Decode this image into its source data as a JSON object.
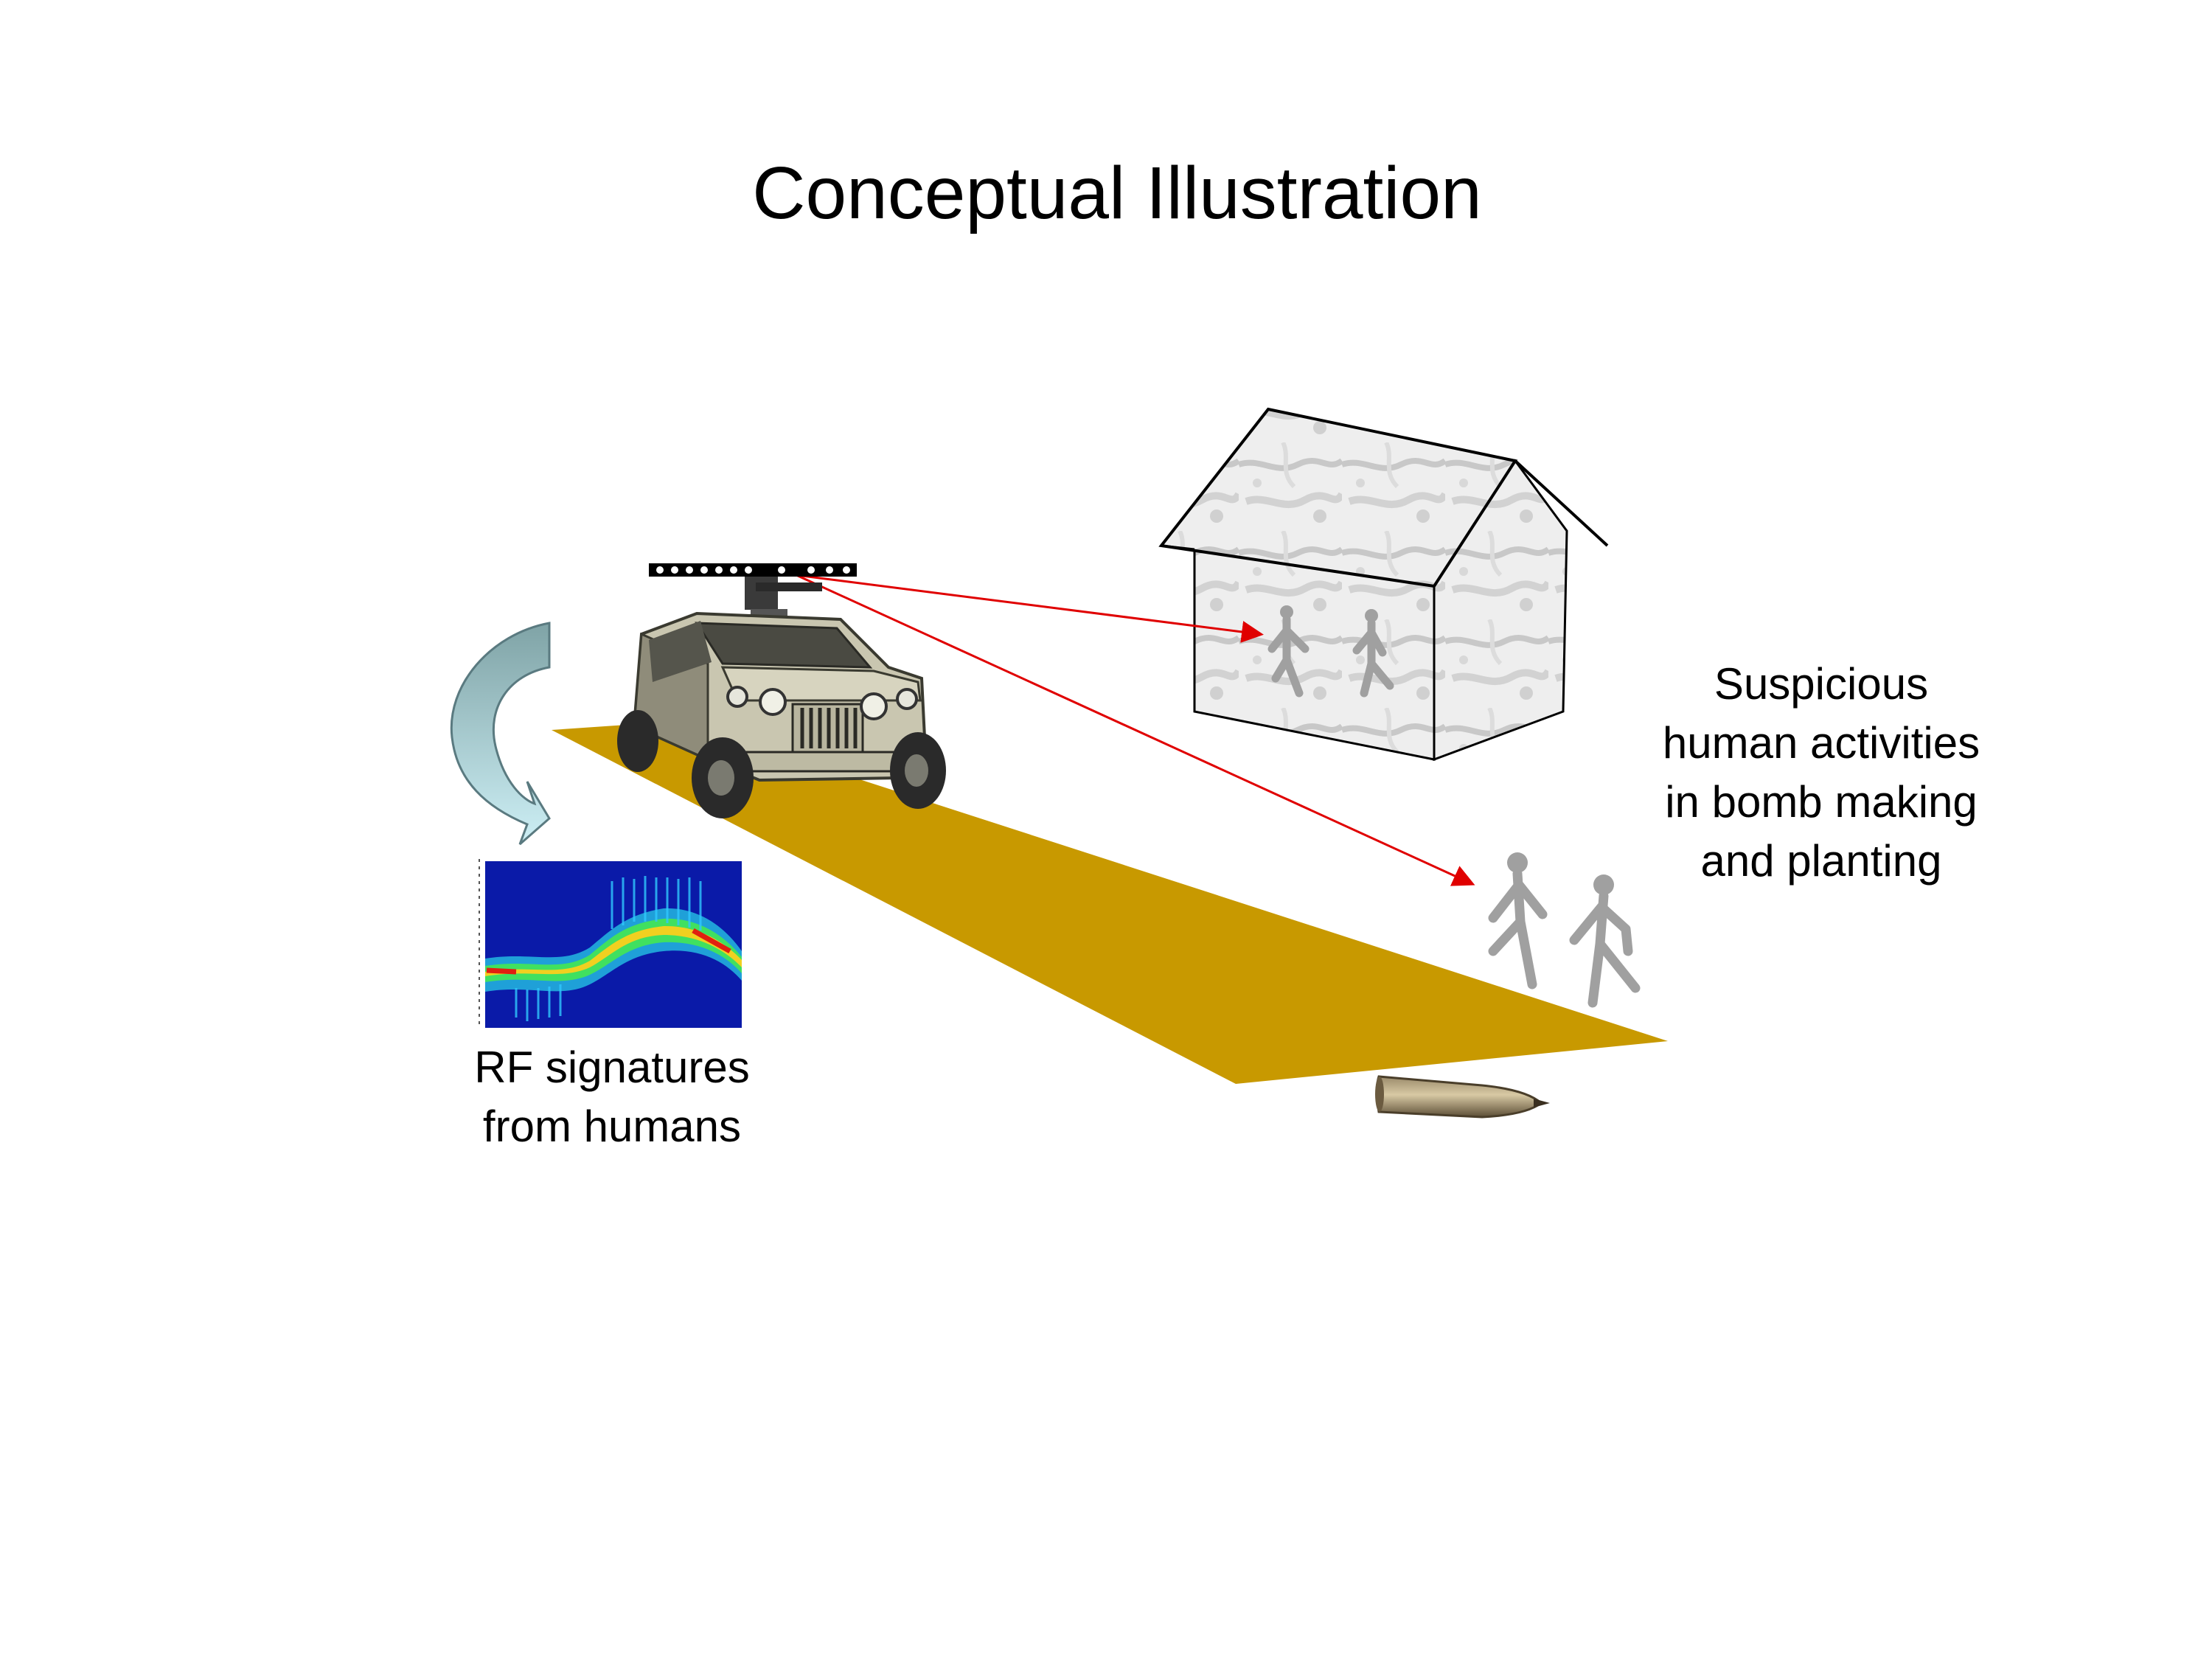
{
  "title": "Conceptual Illustration",
  "captions": {
    "rf_signatures": "RF signatures\nfrom humans",
    "activities": "Suspicious\nhuman activities\nin bomb making\nand planting"
  },
  "icons": [
    "radar-antenna-icon",
    "humvee-icon",
    "house-icon",
    "stick-figure-icon",
    "artillery-shell-icon",
    "curved-arrow-icon",
    "spectrogram-icon"
  ],
  "colors": {
    "road": "#C89900",
    "radar_beam": "#E00000",
    "figure": "#A0A0A0",
    "arrow_fill_top": "#7FA3A6",
    "arrow_fill_bottom": "#CDEFF5"
  }
}
